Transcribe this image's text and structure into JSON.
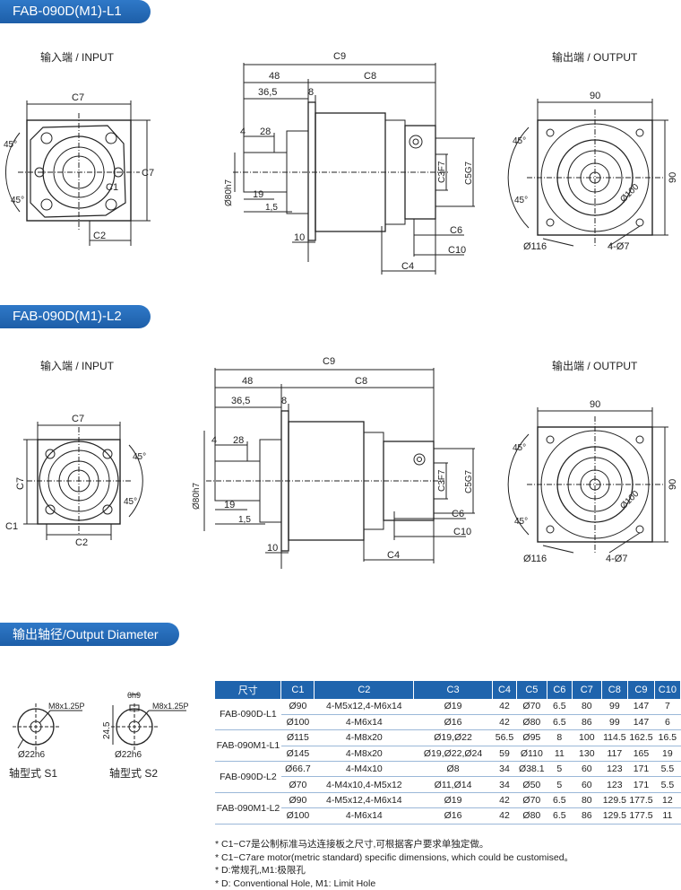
{
  "section1": {
    "title": "FAB-090D(M1)-L1",
    "input_label": "输入端 / INPUT",
    "output_label": "输出端 / OUTPUT",
    "dims": {
      "c9": "C9",
      "d48": "48",
      "c8": "C8",
      "d36_5": "36,5",
      "d8": "8",
      "d4": "4",
      "d28": "28",
      "phi80": "Ø80h7",
      "d19": "19",
      "d1_5": "1,5",
      "d10": "10",
      "c3": "C3F7",
      "c5": "C5G7",
      "c6": "C6",
      "c10": "C10",
      "c4": "C4",
      "c7a": "C7",
      "c7b": "C7",
      "c2": "C2",
      "c1": "C1",
      "a45a": "45°",
      "a45b": "45°",
      "o90a": "90",
      "o90b": "90",
      "a45c": "45°",
      "a45d": "45°",
      "phi100": "Ø100",
      "phi116": "Ø116",
      "holes": "4-Ø7"
    }
  },
  "section2": {
    "title": "FAB-090D(M1)-L2",
    "input_label": "输入端 / INPUT",
    "output_label": "输出端 / OUTPUT",
    "dims": {
      "c9": "C9",
      "d48": "48",
      "c8": "C8",
      "d36_5": "36,5",
      "d8": "8",
      "d4": "4",
      "d28": "28",
      "phi80": "Ø80h7",
      "d19": "19",
      "d1_5": "1,5",
      "d10": "10",
      "c3": "C3F7",
      "c5": "C5G7",
      "c6": "C6",
      "c10": "C10",
      "c4": "C4",
      "c7a": "C7",
      "c7b": "C7",
      "c2": "C2",
      "c1": "C1",
      "a45a": "45°",
      "a45b": "45°",
      "o90a": "90",
      "o90b": "90",
      "a45c": "45°",
      "a45d": "45°",
      "phi100": "Ø100",
      "phi116": "Ø116",
      "holes": "4-Ø7"
    }
  },
  "section3": {
    "title": "输出轴径/Output Diameter",
    "s1": {
      "caption": "轴型式 S1",
      "thread": "M8x1.25P",
      "dia": "Ø22h6"
    },
    "s2": {
      "caption": "轴型式 S2",
      "thread": "M8x1.25P",
      "dia": "Ø22h6",
      "key": "6h9",
      "depth": "24.5"
    }
  },
  "table": {
    "headers": [
      "尺寸",
      "C1",
      "C2",
      "C3",
      "C4",
      "C5",
      "C6",
      "C7",
      "C8",
      "C9",
      "C10"
    ],
    "groups": [
      {
        "model": "FAB-090D-L1",
        "rows": [
          [
            "Ø90",
            "4-M5x12,4-M6x14",
            "Ø19",
            "42",
            "Ø70",
            "6.5",
            "80",
            "99",
            "147",
            "7"
          ],
          [
            "Ø100",
            "4-M6x14",
            "Ø16",
            "42",
            "Ø80",
            "6.5",
            "86",
            "99",
            "147",
            "6"
          ]
        ]
      },
      {
        "model": "FAB-090M1-L1",
        "rows": [
          [
            "Ø115",
            "4-M8x20",
            "Ø19,Ø22",
            "56.5",
            "Ø95",
            "8",
            "100",
            "114.5",
            "162.5",
            "16.5"
          ],
          [
            "Ø145",
            "4-M8x20",
            "Ø19,Ø22,Ø24",
            "59",
            "Ø110",
            "11",
            "130",
            "117",
            "165",
            "19"
          ]
        ]
      },
      {
        "model": "FAB-090D-L2",
        "rows": [
          [
            "Ø66.7",
            "4-M4x10",
            "Ø8",
            "34",
            "Ø38.1",
            "5",
            "60",
            "123",
            "171",
            "5.5"
          ],
          [
            "Ø70",
            "4-M4x10,4-M5x12",
            "Ø11,Ø14",
            "34",
            "Ø50",
            "5",
            "60",
            "123",
            "171",
            "5.5"
          ]
        ]
      },
      {
        "model": "FAB-090M1-L2",
        "rows": [
          [
            "Ø90",
            "4-M5x12,4-M6x14",
            "Ø19",
            "42",
            "Ø70",
            "6.5",
            "80",
            "129.5",
            "177.5",
            "12"
          ],
          [
            "Ø100",
            "4-M6x14",
            "Ø16",
            "42",
            "Ø80",
            "6.5",
            "86",
            "129.5",
            "177.5",
            "11"
          ]
        ]
      }
    ]
  },
  "notes": [
    "* C1~C7是公制标准马达连接板之尺寸,可根据客户要求单独定做。",
    "* C1~C7are motor(metric standard)  specific dimensions, which could be customised。",
    "* D:常规孔,M1:极限孔",
    "* D: Conventional Hole, M1: Limit Hole"
  ],
  "colors": {
    "banner": "#1f64ad",
    "table_header": "#1f64ad",
    "line": "#222222"
  }
}
